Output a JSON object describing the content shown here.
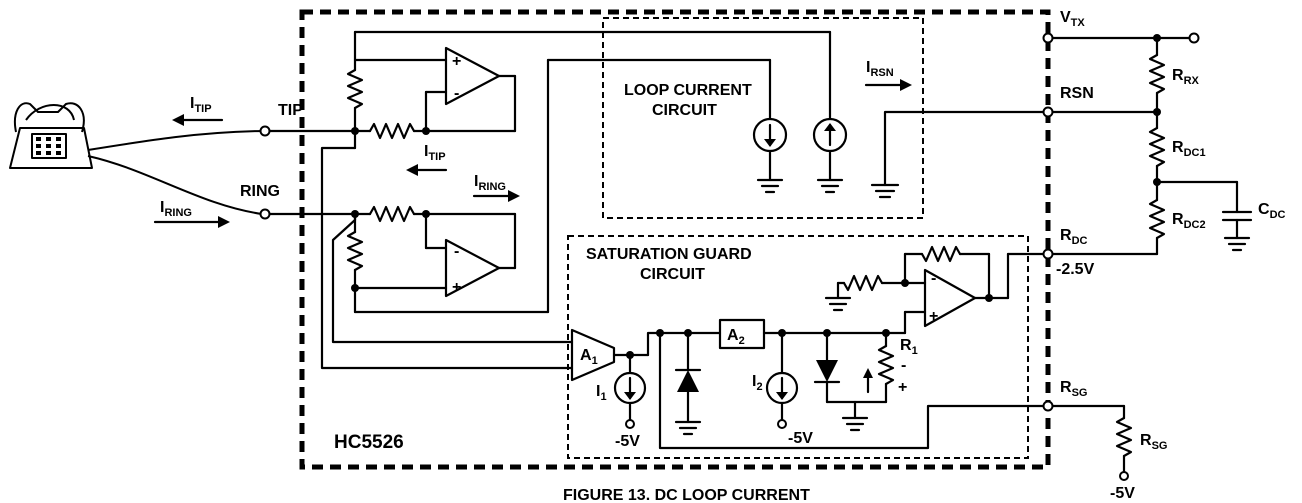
{
  "chip": {
    "name": "HC5526"
  },
  "caption": "FIGURE 13. DC LOOP CURRENT",
  "blocks": {
    "loop_current": [
      "LOOP CURRENT",
      "CIRCUIT"
    ],
    "saturation_guard": [
      "SATURATION GUARD",
      "CIRCUIT"
    ]
  },
  "lines": {
    "tip": "TIP",
    "ring": "RING"
  },
  "currents": {
    "i_tip": {
      "main": "I",
      "sub": "TIP"
    },
    "i_ring": {
      "main": "I",
      "sub": "RING"
    },
    "i_rsn": {
      "main": "I",
      "sub": "RSN"
    },
    "i1": {
      "main": "I",
      "sub": "1"
    },
    "i2": {
      "main": "I",
      "sub": "2"
    }
  },
  "pins": {
    "vtx": {
      "main": "V",
      "sub": "TX"
    },
    "rsn": "RSN",
    "rdc": {
      "main": "R",
      "sub": "DC"
    },
    "rdc_voltage": "-2.5V",
    "rsg": {
      "main": "R",
      "sub": "SG"
    }
  },
  "components": {
    "r_rx": {
      "main": "R",
      "sub": "RX"
    },
    "r_dc1": {
      "main": "R",
      "sub": "DC1"
    },
    "r_dc2": {
      "main": "R",
      "sub": "DC2"
    },
    "c_dc": {
      "main": "C",
      "sub": "DC"
    },
    "r_sg": {
      "main": "R",
      "sub": "SG"
    },
    "r1": {
      "main": "R",
      "sub": "1"
    },
    "a1": {
      "main": "A",
      "sub": "1"
    },
    "a2": {
      "main": "A",
      "sub": "2"
    }
  },
  "supplies": {
    "neg5_a": "-5V",
    "neg5_b": "-5V",
    "neg5_c": "-5V"
  },
  "opamp_signs": {
    "plus": "+",
    "minus": "-"
  }
}
